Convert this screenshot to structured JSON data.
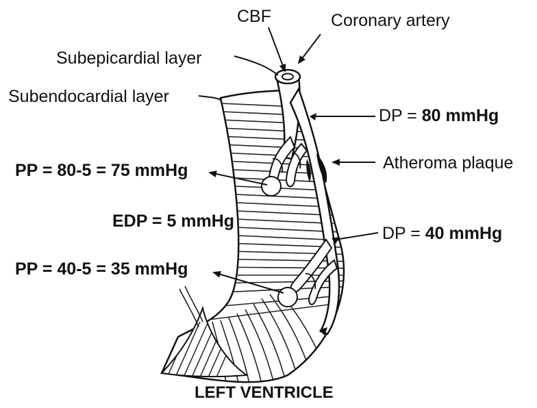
{
  "labels": {
    "cbf": "CBF",
    "coronary_artery": "Coronary artery",
    "subepicardial_layer": "Subepicardial layer",
    "subendocardial_layer": "Subendocardial layer",
    "dp_top_prefix": "DP = ",
    "dp_top_value": "80",
    "dp_top_unit": " mmHg",
    "atheroma_plaque": "Atheroma plaque",
    "pp_top_prefix": "PP",
    "pp_top_rest": " = 80-5 = 75 mmHg",
    "edp": "EDP = 5 mmHg",
    "dp_bottom_prefix": "DP = ",
    "dp_bottom_value": "40",
    "dp_bottom_unit": " mmHg",
    "pp_bottom_prefix": "PP",
    "pp_bottom_rest": " = 40-5 = 35 mmHg"
  },
  "title": "LEFT VENTRICLE"
}
